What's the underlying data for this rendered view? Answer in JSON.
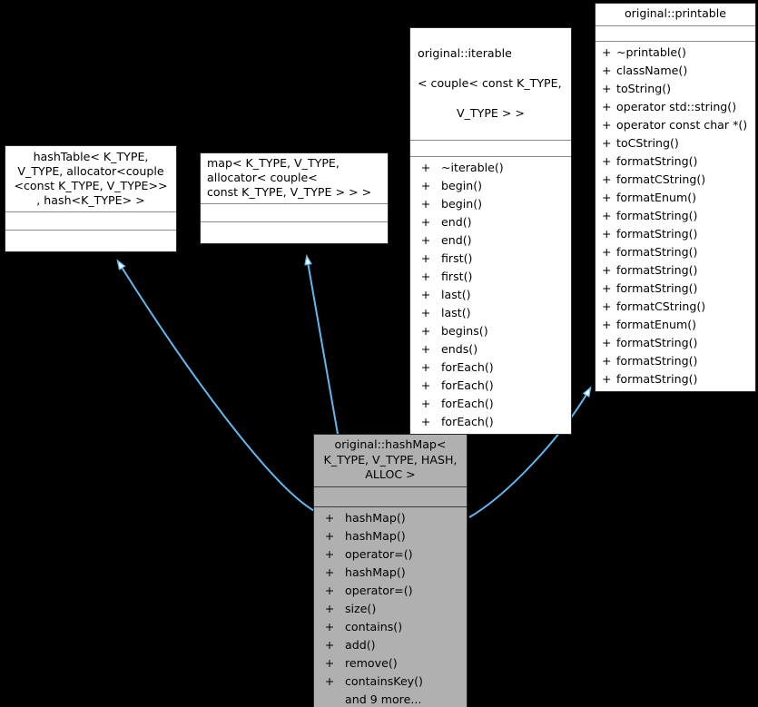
{
  "diagram": {
    "kind": "uml-class-inheritance-diagram",
    "background_color": "#000000",
    "edge_color": "#63b8f0",
    "node_fill": "#ffffff",
    "highlight_fill": "#b0b0b0",
    "border_color": "#2b2b2b"
  },
  "nodes": {
    "hashtable": {
      "title": "hashTable< K_TYPE,\n V_TYPE, allocator<couple\n<const K_TYPE, V_TYPE>>\n, hash<K_TYPE>  >",
      "attributes": [],
      "operations": []
    },
    "map": {
      "title": "map< K_TYPE, V_TYPE,\n allocator< couple<\n const K_TYPE, V_TYPE > > >",
      "attributes": [],
      "operations": []
    },
    "iterable": {
      "title_line1": "original::iterable",
      "title_line2": "< couple< const K_TYPE,",
      "title_line3": "V_TYPE > >",
      "attributes": [],
      "operations": [
        {
          "vis": "+",
          "name": "~iterable()"
        },
        {
          "vis": "+",
          "name": "begin()"
        },
        {
          "vis": "+",
          "name": "begin()"
        },
        {
          "vis": "+",
          "name": "end()"
        },
        {
          "vis": "+",
          "name": "end()"
        },
        {
          "vis": "+",
          "name": "first()"
        },
        {
          "vis": "+",
          "name": "first()"
        },
        {
          "vis": "+",
          "name": "last()"
        },
        {
          "vis": "+",
          "name": "last()"
        },
        {
          "vis": "+",
          "name": "begins()"
        },
        {
          "vis": "+",
          "name": "ends()"
        },
        {
          "vis": "+",
          "name": "forEach()"
        },
        {
          "vis": "+",
          "name": "forEach()"
        },
        {
          "vis": "+",
          "name": "forEach()"
        },
        {
          "vis": "+",
          "name": "forEach()"
        }
      ]
    },
    "printable": {
      "title": "original::printable",
      "attributes": [],
      "operations": [
        {
          "vis": "+",
          "name": "~printable()"
        },
        {
          "vis": "+",
          "name": "className()"
        },
        {
          "vis": "+",
          "name": "toString()"
        },
        {
          "vis": "+",
          "name": "operator std::string()"
        },
        {
          "vis": "+",
          "name": "operator const char *()"
        },
        {
          "vis": "+",
          "name": "toCString()"
        },
        {
          "vis": "+",
          "name": "formatString()"
        },
        {
          "vis": "+",
          "name": "formatCString()"
        },
        {
          "vis": "+",
          "name": "formatEnum()"
        },
        {
          "vis": "+",
          "name": "formatString()"
        },
        {
          "vis": "+",
          "name": "formatString()"
        },
        {
          "vis": "+",
          "name": "formatString()"
        },
        {
          "vis": "+",
          "name": "formatString()"
        },
        {
          "vis": "+",
          "name": "formatString()"
        },
        {
          "vis": "+",
          "name": "formatCString()"
        },
        {
          "vis": "+",
          "name": "formatEnum()"
        },
        {
          "vis": "+",
          "name": "formatString()"
        },
        {
          "vis": "+",
          "name": "formatString()"
        },
        {
          "vis": "+",
          "name": "formatString()"
        }
      ]
    },
    "hashmap": {
      "title": "original::hashMap<\n K_TYPE, V_TYPE, HASH,\nALLOC >",
      "attributes": [],
      "operations": [
        {
          "vis": "+",
          "name": "hashMap()"
        },
        {
          "vis": "+",
          "name": "hashMap()"
        },
        {
          "vis": "+",
          "name": "operator=()"
        },
        {
          "vis": "+",
          "name": "hashMap()"
        },
        {
          "vis": "+",
          "name": "operator=()"
        },
        {
          "vis": "+",
          "name": "size()"
        },
        {
          "vis": "+",
          "name": "contains()"
        },
        {
          "vis": "+",
          "name": "add()"
        },
        {
          "vis": "+",
          "name": "remove()"
        },
        {
          "vis": "+",
          "name": "containsKey()"
        }
      ],
      "more_label": "and 9 more..."
    }
  },
  "edges": [
    {
      "from": "hashmap",
      "to": "hashtable",
      "type": "inheritance"
    },
    {
      "from": "hashmap",
      "to": "map",
      "type": "inheritance"
    },
    {
      "from": "hashmap",
      "to": "iterable",
      "type": "inheritance"
    },
    {
      "from": "hashmap",
      "to": "printable",
      "type": "inheritance"
    }
  ]
}
